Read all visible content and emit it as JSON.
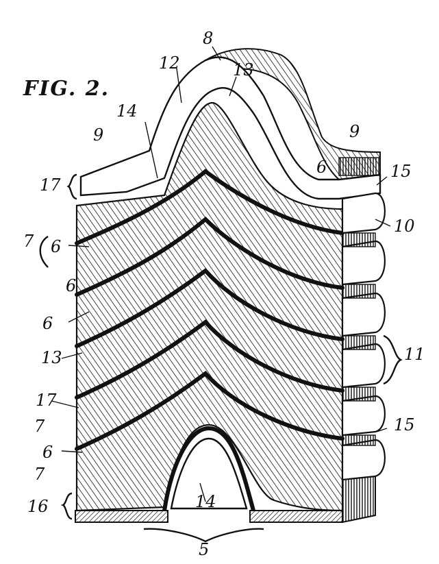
{
  "figure": {
    "title": "FIG. 2.",
    "labels": {
      "l8": "8",
      "l12": "12",
      "l13_top": "13",
      "l14_top": "14",
      "l9_left": "9",
      "l9_right": "9",
      "l15_top": "15",
      "l17_top": "17",
      "l6_top_right": "6",
      "l10": "10",
      "l7_a": "7",
      "l6_a": "6",
      "l6_b": "6",
      "l6_c": "6",
      "l13_mid": "13",
      "l11": "11",
      "l17_mid": "17",
      "l15_mid": "15",
      "l7_b": "7",
      "l6_d": "6",
      "l7_c": "7",
      "l16": "16",
      "l14_bottom": "14",
      "l5": "5"
    }
  },
  "colors": {
    "ink": "#111111",
    "paper": "#ffffff"
  }
}
